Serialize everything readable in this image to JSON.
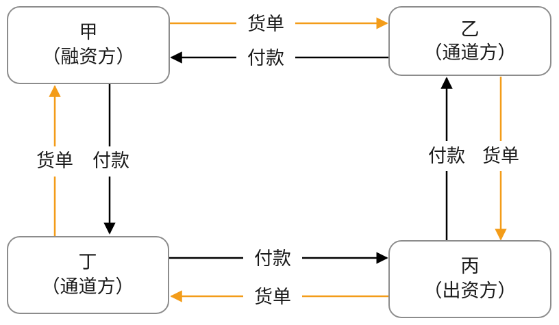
{
  "nodes": {
    "jia": {
      "name": "甲",
      "role": "（融资方）"
    },
    "yi": {
      "name": "乙",
      "role": "（通道方）"
    },
    "ding": {
      "name": "丁",
      "role": "（通道方）"
    },
    "bing": {
      "name": "丙",
      "role": "（出资方）"
    }
  },
  "edges": {
    "goods_jia_to_yi": {
      "label": "货单",
      "color": "#f39c19"
    },
    "pay_yi_to_jia": {
      "label": "付款",
      "color": "#000000"
    },
    "goods_ding_to_jia": {
      "label": "货单",
      "color": "#f39c19"
    },
    "pay_jia_to_ding": {
      "label": "付款",
      "color": "#000000"
    },
    "pay_bing_to_yi": {
      "label": "付款",
      "color": "#000000"
    },
    "goods_yi_to_bing": {
      "label": "货单",
      "color": "#f39c19"
    },
    "pay_ding_to_bing": {
      "label": "付款",
      "color": "#000000"
    },
    "goods_bing_to_ding": {
      "label": "货单",
      "color": "#f39c19"
    }
  }
}
